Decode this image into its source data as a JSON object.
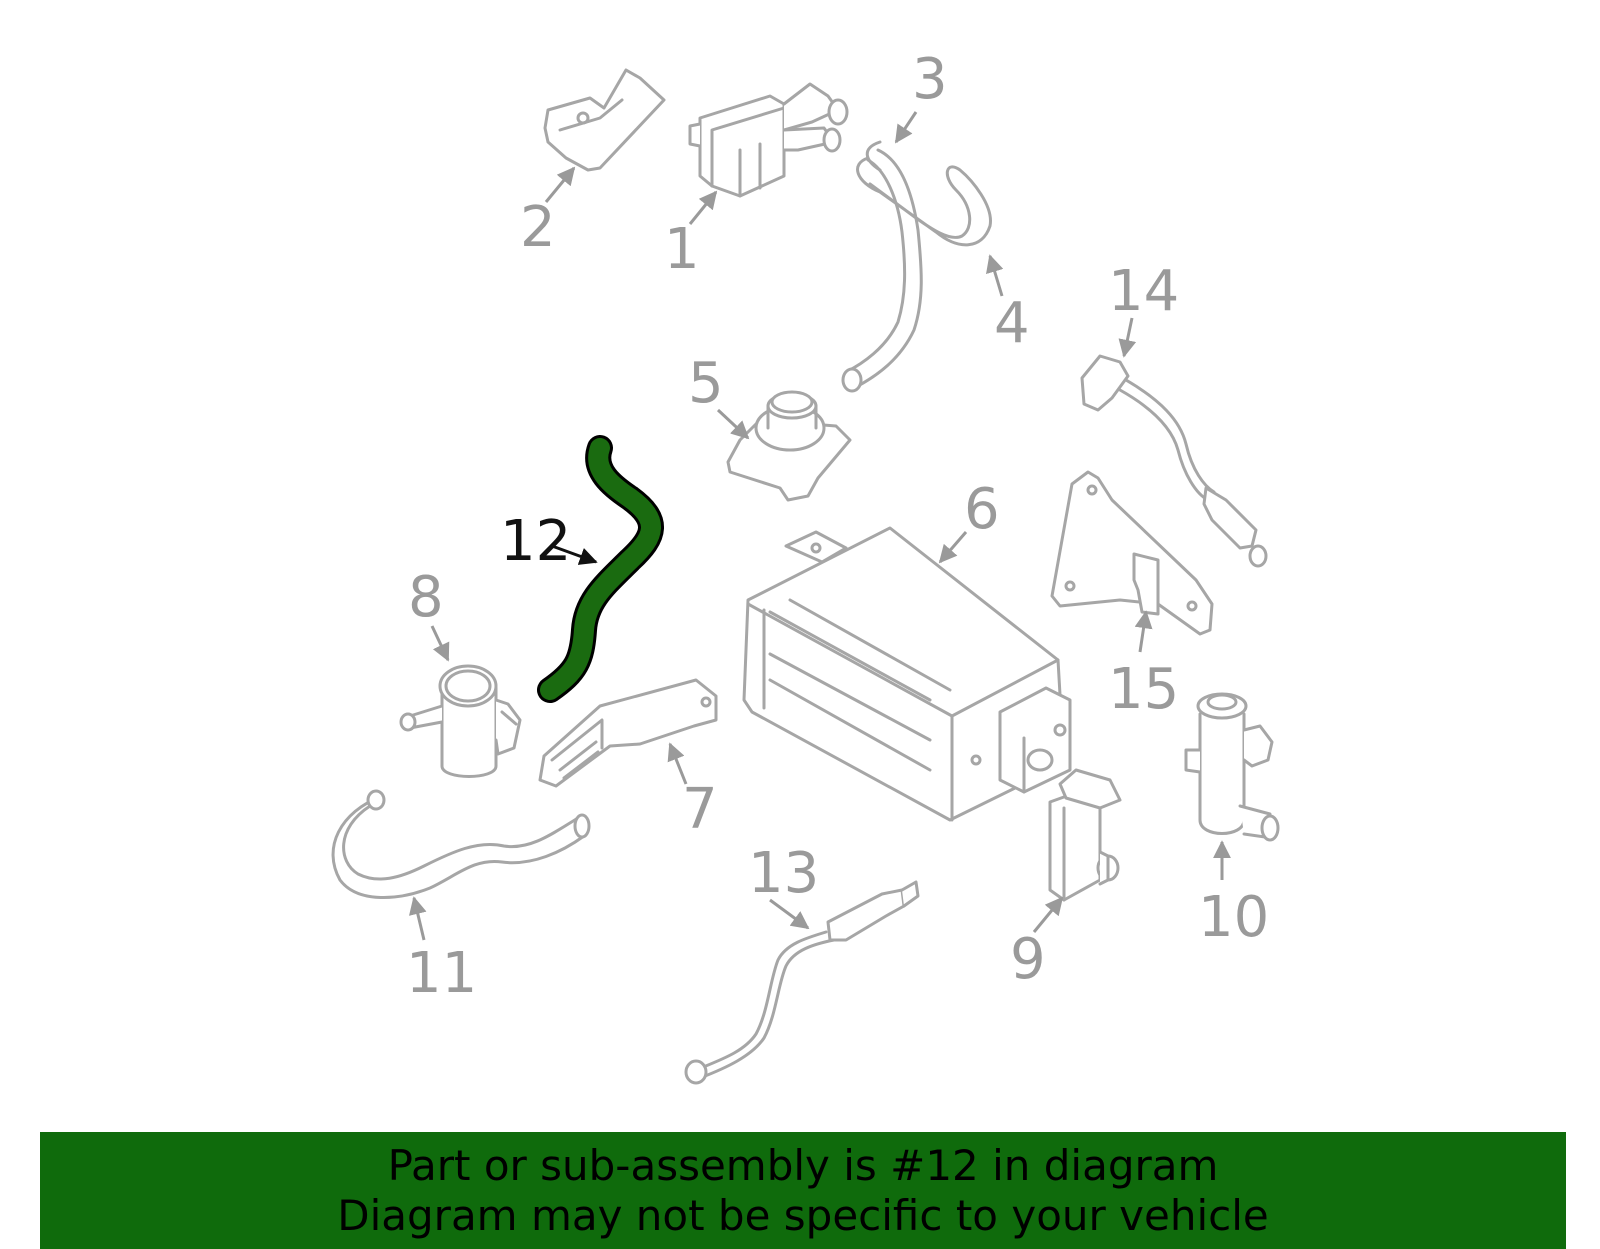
{
  "callouts": {
    "c1": "1",
    "c2": "2",
    "c3": "3",
    "c4": "4",
    "c5": "5",
    "c6": "6",
    "c7": "7",
    "c8": "8",
    "c9": "9",
    "c10": "10",
    "c11": "11",
    "c12": "12",
    "c13": "13",
    "c14": "14",
    "c15": "15"
  },
  "highlight_part": "12",
  "banner": {
    "line1": "Part or sub-assembly is #12 in diagram",
    "line2": "Diagram may not be specific to your vehicle"
  },
  "colors": {
    "highlight": "#1a6b10",
    "banner_bg": "#0f6b0c",
    "part_stroke": "#a6a6a6",
    "callout_gray": "#9a9a9a",
    "callout_highlight": "#111111"
  }
}
